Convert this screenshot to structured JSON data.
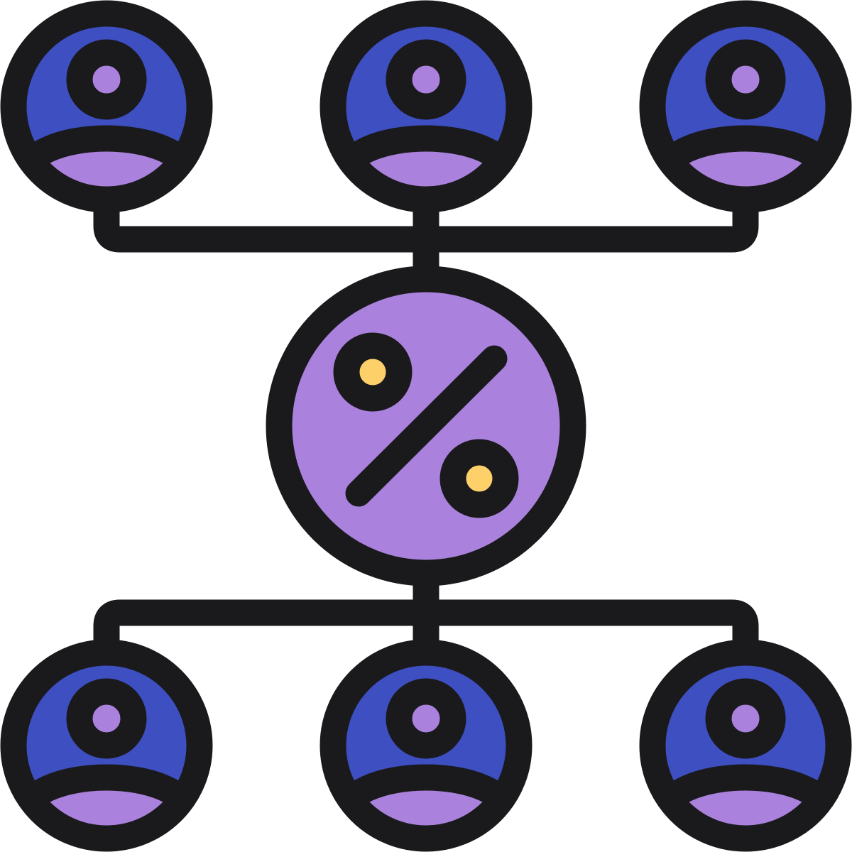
{
  "icon": {
    "name": "network-percentage-icon",
    "depicts": [
      "user-icon",
      "percent-icon",
      "connector-lines"
    ],
    "user_count_top": 3,
    "user_count_bottom": 3
  },
  "colors": {
    "outline": "#1a191c",
    "user_fill": "#3d4fc1",
    "accent_purple": "#aa82dd",
    "dot_yellow": "#fdd06a",
    "background": "#ffffff"
  }
}
